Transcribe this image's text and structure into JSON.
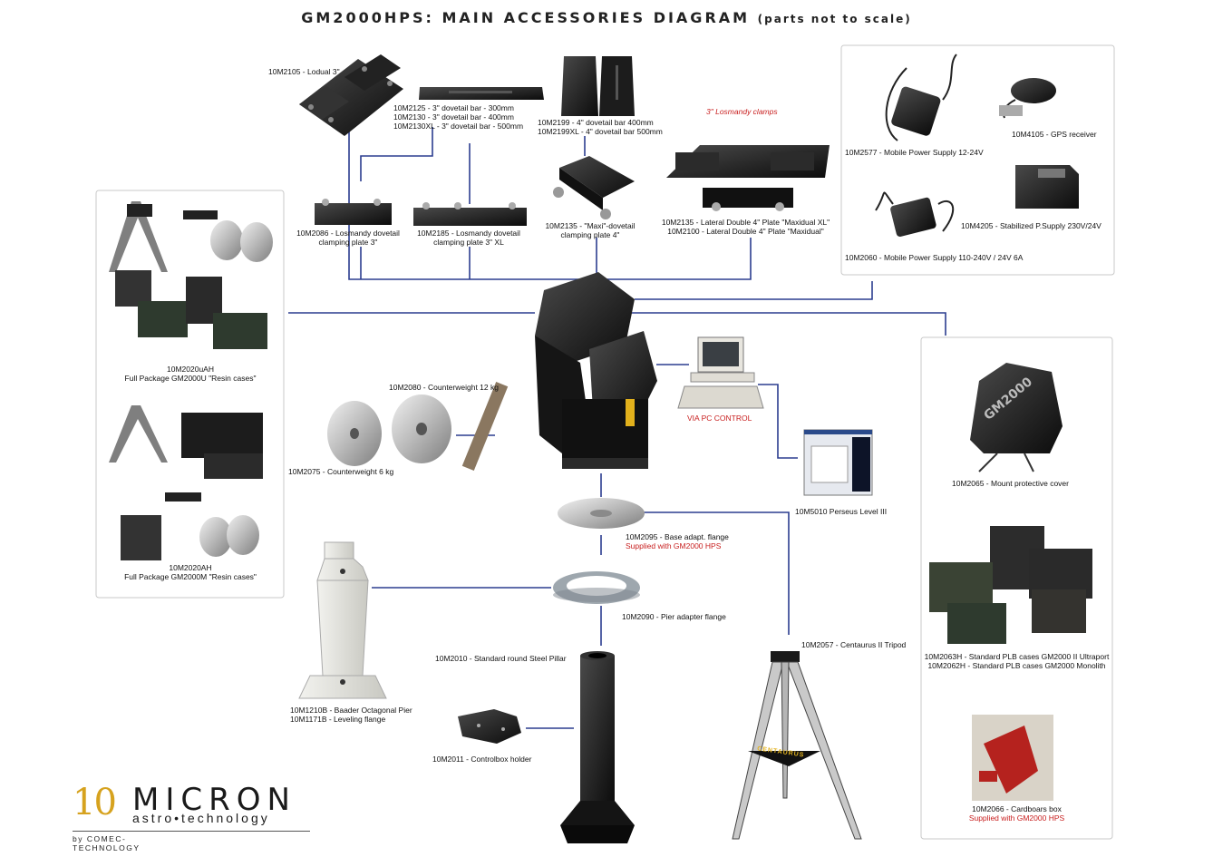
{
  "title": {
    "main": "GM2000HPS: MAIN ACCESSORIES DIAGRAM",
    "note": "(parts not to scale)"
  },
  "labels": {
    "lodual": "10M2105 - Lodual 3\"",
    "dovetail_bars": [
      "10M2125 - 3\" dovetail bar - 300mm",
      "10M2130 - 3\" dovetail bar - 400mm",
      "10M2130XL - 3\" dovetail bar - 500mm"
    ],
    "dovetail_4": [
      "10M2199 - 4\" dovetail bar 400mm",
      "10M2199XL - 4\" dovetail bar 500mm"
    ],
    "losmandy_clamps": "3\" Losmandy clamps",
    "plate_2086": [
      "10M2086 - Losmandy dovetail",
      "clamping plate 3\""
    ],
    "plate_2185": [
      "10M2185 - Losmandy dovetail",
      "clamping plate 3\" XL"
    ],
    "maxi": [
      "10M2135 - \"Maxi\"-dovetail",
      "clamping plate 4\""
    ],
    "lateral": [
      "10M2135 - Lateral Double 4\" Plate \"Maxidual XL\"",
      "10M2100 - Lateral Double 4\" Plate \"Maxidual\""
    ],
    "power_mobile": "10M2577 - Mobile Power Supply 12-24V",
    "gps": "10M4105 - GPS receiver",
    "stabilized": "10M4205 - Stabilized P.Supply 230V/24V",
    "power_6a": "10M2060 - Mobile Power Supply 110-240V / 24V 6A",
    "package_u": [
      "10M2020uAH",
      "Full Package GM2000U \"Resin cases\""
    ],
    "package_m": [
      "10M2020AH",
      "Full Package GM2000M \"Resin cases\""
    ],
    "cw12": "10M2080 - Counterweight 12 kg",
    "cw6": "10M2075 - Counterweight 6 kg",
    "pc_control": "VIA PC CONTROL",
    "perseus": "10M5010 Perseus Level III",
    "cover": "10M2065 - Mount protective cover",
    "base_flange": "10M2095 - Base adapt. flange",
    "base_supplied": "Supplied with GM2000 HPS",
    "pier_flange": "10M2090 - Pier adapter flange",
    "baader": [
      "10M1210B - Baader Octagonal Pier",
      "10M1171B - Leveling flange"
    ],
    "steel_pillar": "10M2010 - Standard round Steel Pillar",
    "controlbox": "10M2011 - Controlbox holder",
    "tripod": "10M2057 - Centaurus II Tripod",
    "plb_cases": [
      "10M2063H - Standard PLB cases GM2000 II Ultraport",
      "10M2062H - Standard PLB cases GM2000 Monolith"
    ],
    "cardboard": "10M2066 - Cardboars box",
    "cardboard_supplied": "Supplied with GM2000 HPS",
    "cover_print": "GM2000",
    "tripod_print": "CENTAURUS"
  },
  "logo": {
    "ten": "10",
    "micron": "MICRON",
    "astro": "astro•technology",
    "by": "by COMEC-TECHNOLOGY"
  },
  "colors": {
    "connector": "#2b3d8f",
    "accent_red": "#c81e1e",
    "logo_gold": "#d6a21e"
  },
  "icons": [
    "telescope-mount",
    "lodual-plate",
    "dovetail-bar",
    "clamping-plate",
    "power-supply",
    "gps-receiver",
    "counterweight",
    "computer",
    "software-screenshot",
    "mount-cover",
    "flange",
    "pier",
    "pillar",
    "controlbox-holder",
    "tripod",
    "resin-case",
    "cardboard-box"
  ]
}
